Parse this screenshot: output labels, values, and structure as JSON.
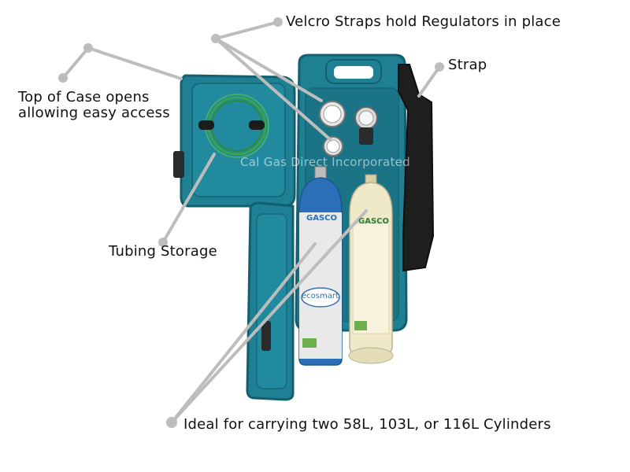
{
  "annotations": {
    "velcro": "Velcro Straps hold Regulators in place",
    "strap": "Strap",
    "top_line1": "Top of Case opens",
    "top_line2": "allowing easy access",
    "tubing": "Tubing Storage",
    "ideal": "Ideal for carrying two 58L, 103L, or 116L Cylinders"
  },
  "watermark": "Cal Gas Direct Incorporated",
  "cylinders": {
    "left_brand": "GASCO",
    "left_logo": "ecosmart",
    "right_brand": "GASCO"
  },
  "colors": {
    "case": "#1f7f93",
    "case_dark": "#145f6f",
    "pointer": "#bdbdbd",
    "blue_cylinder": "#2a6fb8",
    "cream_cylinder": "#efe9c8",
    "tubing": "#3aa24a"
  }
}
